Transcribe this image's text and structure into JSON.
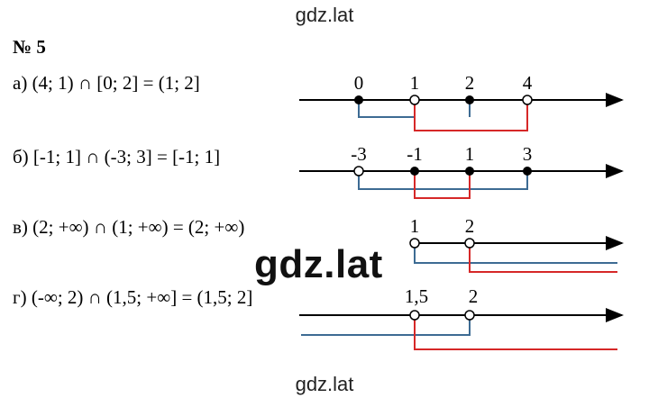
{
  "watermark_top": "gdz.lat",
  "watermark_mid": "gdz.lat",
  "watermark_bottom": "gdz.lat",
  "problem_number": "№ 5",
  "items": [
    {
      "equation": "а) (4; 1) ∩ [0; 2] = (1; 2]",
      "tick_labels": [
        "0",
        "1",
        "2",
        "4"
      ]
    },
    {
      "equation": "б) [-1; 1] ∩ (-3; 3] = [-1; 1]",
      "tick_labels": [
        "-3",
        "-1",
        "1",
        "3"
      ]
    },
    {
      "equation": "в) (2; +∞) ∩ (1; +∞) = (2; +∞)",
      "tick_labels": [
        "1",
        "2"
      ]
    },
    {
      "equation": "г) (-∞; 2) ∩ (1,5; +∞] = (1,5; 2]",
      "tick_labels": [
        "1,5",
        "2"
      ]
    }
  ],
  "colors": {
    "blue_bracket": "#3d6b93",
    "red_bracket": "#d62828",
    "axis": "#000000"
  }
}
